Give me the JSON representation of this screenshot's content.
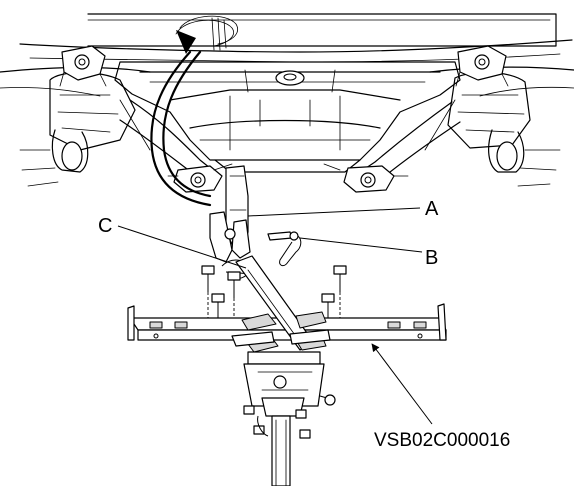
{
  "callouts": {
    "a": "A",
    "b": "B",
    "c": "C"
  },
  "figure_code": "VSB02C000016"
}
